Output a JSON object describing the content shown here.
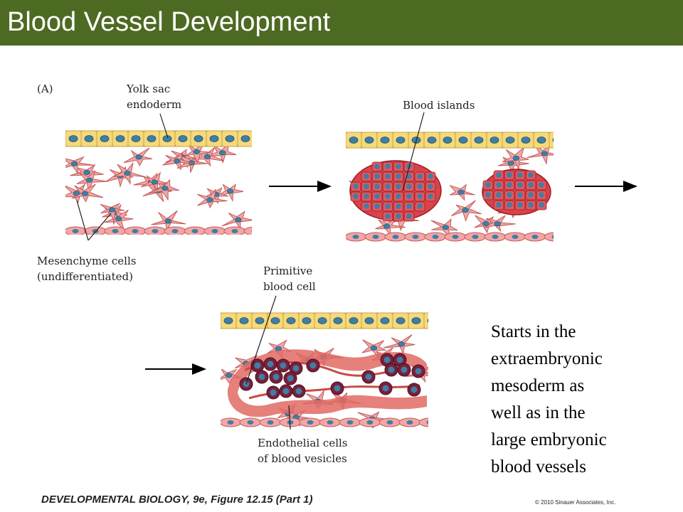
{
  "title": "Blood Vessel Development",
  "figure": {
    "panel_label": "(A)",
    "labels": {
      "yolk_sac_line1": "Yolk sac",
      "yolk_sac_line2": "endoderm",
      "mesenchyme_line1": "Mesenchyme cells",
      "mesenchyme_line2": "(undifferentiated)",
      "blood_islands": "Blood islands",
      "primitive_line1": "Primitive",
      "primitive_line2": "blood cell",
      "endothelial_line1": "Endothelial cells",
      "endothelial_line2": "of blood vesicles"
    },
    "colors": {
      "endoderm": "#f6d97a",
      "mesenchyme": "#f2a6a6",
      "nucleus": "#3d7fa6",
      "blood_island": "#d9434a",
      "primitive_blood": "#7a1f3a",
      "vessel_wall": "#e06a64"
    }
  },
  "side_note": {
    "lines": [
      "Starts in the",
      "extraembryonic",
      "mesoderm  as",
      "well as in the",
      "large embryonic",
      "blood vessels"
    ]
  },
  "footer": {
    "citation": "DEVELOPMENTAL BIOLOGY, 9e, Figure 12.15 (Part 1)",
    "copyright": "© 2010 Sinauer Associates, Inc."
  }
}
